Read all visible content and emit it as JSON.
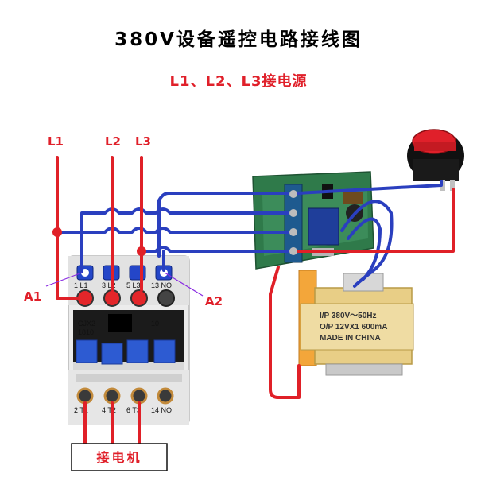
{
  "title": "380V设备遥控电路接线图",
  "subtitle": "L1、L2、L3接电源",
  "lines": {
    "l1": "L1",
    "l2": "L2",
    "l3": "L3"
  },
  "coil": {
    "a1": "A1",
    "a2": "A2"
  },
  "contactor": {
    "model": "CJX2",
    "model_sub": "1810",
    "rating": "10",
    "top_terminals": [
      "1 L1",
      "3 L2",
      "5 L3",
      "13 NO"
    ],
    "bottom_terminals": [
      "2 T1",
      "4 T2",
      "6 T3",
      "14 NO"
    ]
  },
  "transformer": {
    "line1": "I/P 380V～50Hz",
    "line2": "O/P 12VX1 600mA",
    "line3": "MADE IN CHINA"
  },
  "motor_box": "接电机",
  "colors": {
    "red_wire": "#e02028",
    "blue_wire": "#2a3fbf",
    "label": "#e0202a"
  }
}
